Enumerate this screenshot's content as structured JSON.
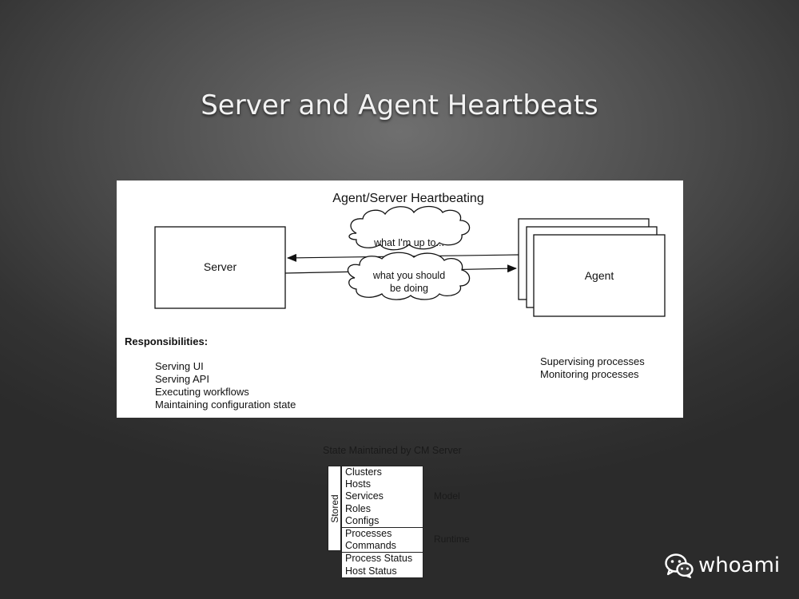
{
  "slide": {
    "title": "Server and Agent Heartbeats"
  },
  "diagram": {
    "title": "Agent/Server Heartbeating",
    "server_label": "Server",
    "agent_label": "Agent",
    "messages": [
      {
        "lines": [
          "what I'm up to..."
        ]
      },
      {
        "lines": [
          "what you should",
          "be doing"
        ]
      }
    ],
    "responsibilities_heading": "Responsibilities:",
    "server_responsibilities": [
      "Serving UI",
      "Serving API",
      "Executing workflows",
      "Maintaining configuration state"
    ],
    "agent_responsibilities": [
      "Supervising processes",
      "Monitoring processes"
    ]
  },
  "state": {
    "title": "State Maintained by CM Server",
    "stored_label": "Stored",
    "groups": [
      {
        "label": "Model",
        "items": [
          "Clusters",
          "Hosts",
          "Services",
          "Roles",
          "Configs"
        ]
      },
      {
        "label": "Runtime",
        "items": [
          "Processes",
          "Commands"
        ]
      },
      {
        "label": "",
        "items": [
          "Process Status",
          "Host Status"
        ]
      }
    ]
  },
  "watermark": {
    "text": "whoami",
    "icon": "wechat-icon"
  }
}
